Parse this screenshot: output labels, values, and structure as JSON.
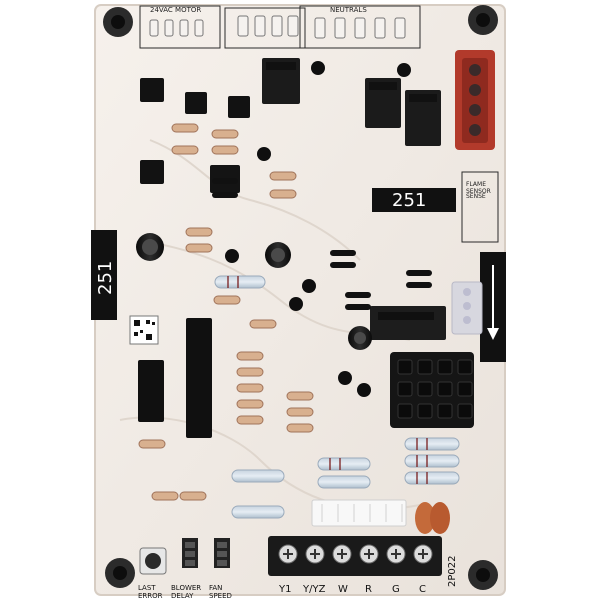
{
  "board": {
    "model_number": "251",
    "bottom_part_number": "2P022",
    "terminal_labels": [
      "Y1",
      "Y/YZ",
      "W",
      "R",
      "G",
      "C"
    ],
    "button_label": "LAST\nERROR",
    "jumper_labels": [
      "BLOWER\nDELAY",
      "FAN\nSPEED"
    ],
    "top_header_labels": [
      "24VAC MOTOR",
      "NEUTRALS"
    ],
    "side_labels": [
      "FLAME\nSENSOR",
      "SENSE"
    ]
  },
  "colors": {
    "pcb": "#efe9e3",
    "silkscreen": "#1a1a1a",
    "terminal_block": "#1a1a1a",
    "connector_red": "#b23a2b"
  }
}
